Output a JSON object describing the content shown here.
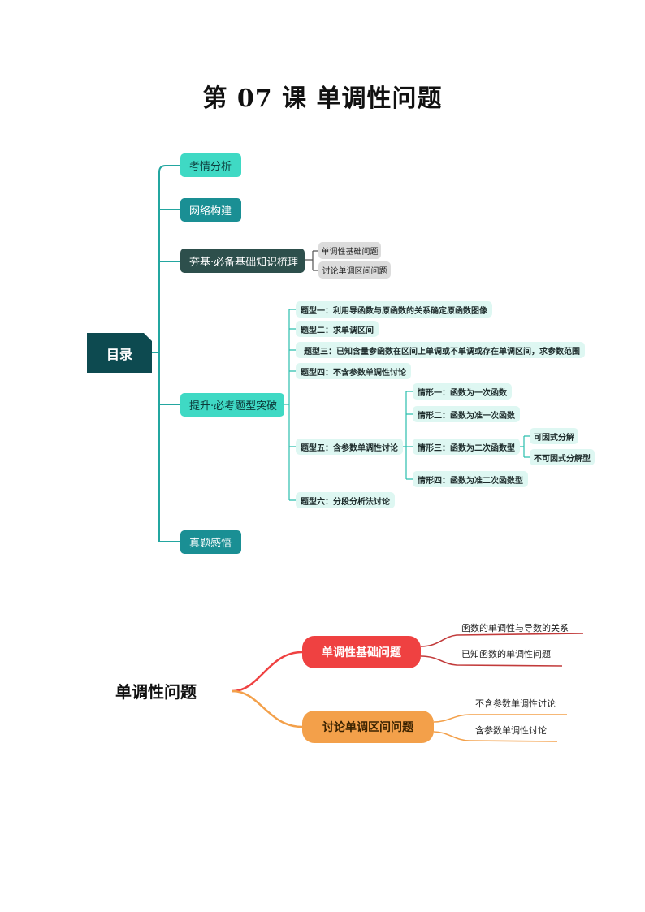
{
  "title": "第 07 课  单调性问题",
  "toc": {
    "root": "目录",
    "kaoqing": "考情分析",
    "wangluo": "网络构建",
    "hangji": "夯基·必备基础知识梳理",
    "hangji_children": [
      "单调性基础问题",
      "讨论单调区间问题"
    ],
    "tisheng": "提升·必考题型突破",
    "types": [
      "题型一：利用导函数与原函数的关系确定原函数图像",
      "题型二：求单调区间",
      "题型三：已知含量参函数在区间上单调或不单调或存在单调区间，求参数范围",
      "题型四：不含参数单调性讨论",
      "题型五：含参数单调性讨论",
      "题型六：分段分析法讨论"
    ],
    "cases": [
      "情形一：函数为一次函数",
      "情形二：函数为准一次函数",
      "情形三：函数为二次函数型",
      "情形四：函数为准二次函数型"
    ],
    "subcases": [
      "可因式分解",
      "不可因式分解型"
    ],
    "zhenti": "真题感悟"
  },
  "mindmap": {
    "root": "单调性问题",
    "branch_red": "单调性基础问题",
    "branch_red_leaves": [
      "函数的单调性与导数的关系",
      "已知函数的单调性问题"
    ],
    "branch_orange": "讨论单调区间问题",
    "branch_orange_leaves": [
      "不含参数单调性讨论",
      "含参数单调性讨论"
    ],
    "colors": {
      "red": "#ef4141",
      "orange": "#f3a04a",
      "teal": "#1a8f94"
    }
  }
}
